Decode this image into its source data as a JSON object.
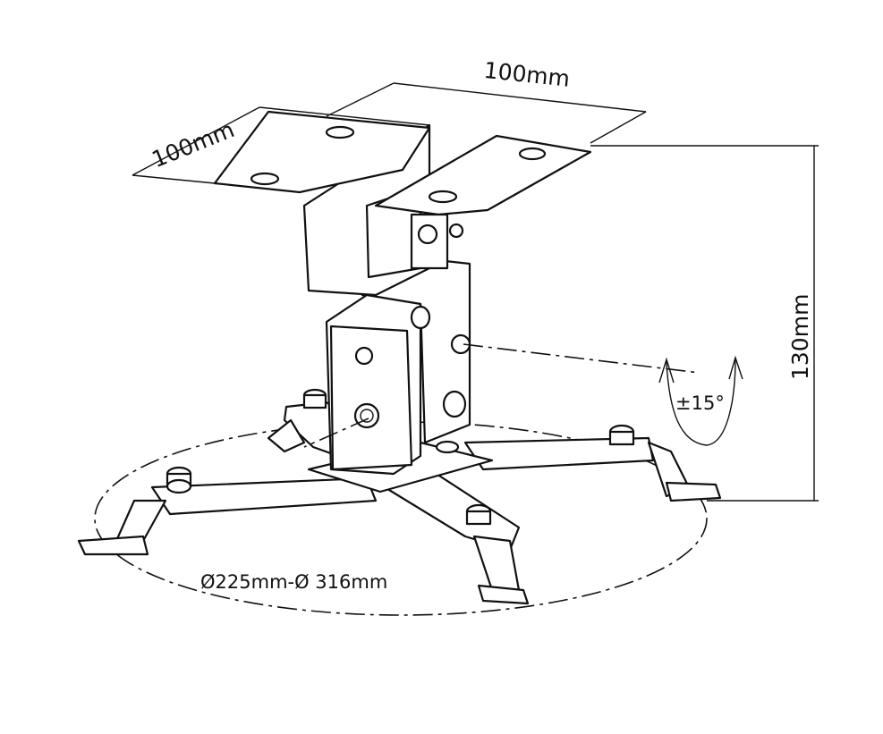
{
  "title": "Projector ceiling mount dimensions",
  "labels": {
    "top_width": "100mm",
    "top_depth": "100mm",
    "height": "130mm",
    "tilt": "±15°",
    "diameter_range": "Ø225mm-Ø 316mm"
  }
}
